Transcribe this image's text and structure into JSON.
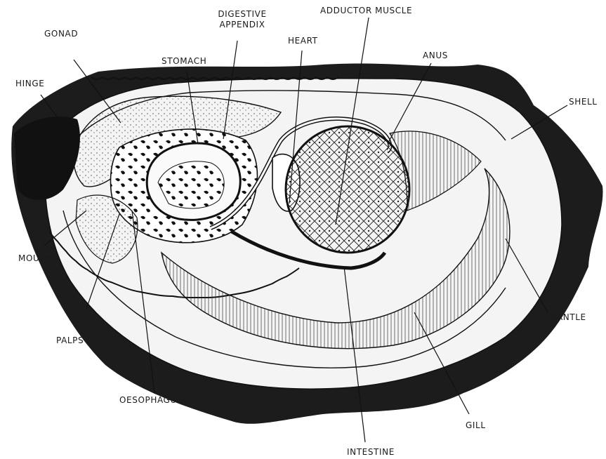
{
  "labels": {
    "gonad": "GONAD",
    "hinge": "HINGE",
    "stomach": "STOMACH",
    "digestive_1": "DIGESTIVE",
    "digestive_2": "APPENDIX",
    "heart": "HEART",
    "adductor": "ADDUCTOR MUSCLE",
    "anus": "ANUS",
    "shell": "SHELL",
    "mouth": "MOUTH",
    "palps": "PALPS",
    "oesophagus": "OESOPHAGUS",
    "mantle": "MANTLE",
    "gill": "GILL",
    "intestine": "INTESTINE"
  },
  "colors": {
    "ink": "#111111",
    "paper": "#ffffff",
    "shell_dark": "#1c1c1c"
  }
}
